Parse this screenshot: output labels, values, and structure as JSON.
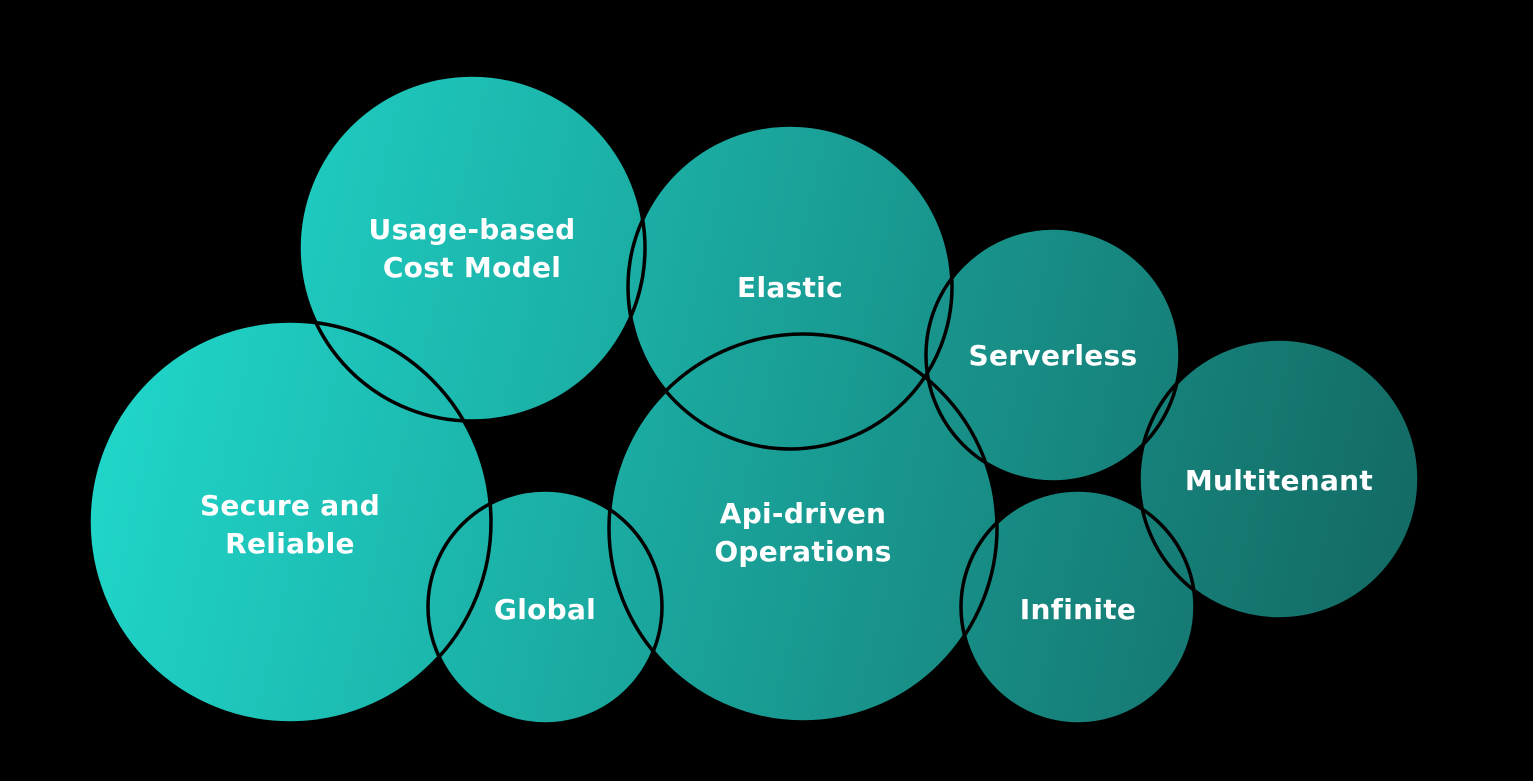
{
  "background": "#000000",
  "gradient": {
    "light": "#20D8CC",
    "dark": "#136862"
  },
  "outline_color": "#000000",
  "label_color": "#FFFFFF",
  "bubbles": [
    {
      "id": "usage",
      "lines": [
        "Usage-based",
        "Cost Model"
      ]
    },
    {
      "id": "elastic",
      "lines": [
        "Elastic"
      ]
    },
    {
      "id": "serverless",
      "lines": [
        "Serverless"
      ]
    },
    {
      "id": "multitenant",
      "lines": [
        "Multitenant"
      ]
    },
    {
      "id": "secure",
      "lines": [
        "Secure and",
        "Reliable"
      ]
    },
    {
      "id": "global",
      "lines": [
        "Global"
      ]
    },
    {
      "id": "api",
      "lines": [
        "Api-driven",
        "Operations"
      ]
    },
    {
      "id": "infinite",
      "lines": [
        "Infinite"
      ]
    }
  ]
}
